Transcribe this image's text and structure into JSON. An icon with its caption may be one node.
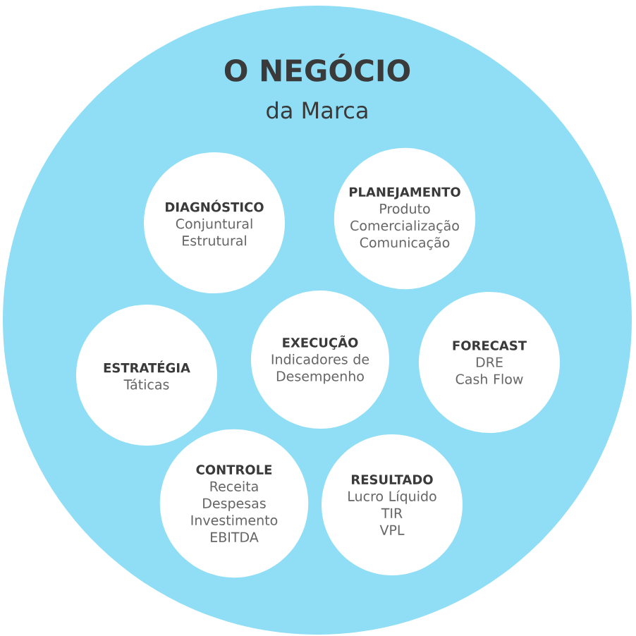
{
  "diagram": {
    "nodes": [
      {
        "text": [
          "O NEGÓCIO",
          "da Marca"
        ]
      },
      {
        "text": [
          "DIAGNÓSTICO",
          "Conjuntural",
          "Estrutural"
        ],
        "in": 0
      },
      {
        "text": [
          "PLANEJAMENTO",
          "Produto",
          "Comercialização",
          "Comunicação"
        ],
        "in": 0
      },
      {
        "text": [
          "ESTRATÉGIA",
          "Táticas"
        ],
        "in": 0
      },
      {
        "text": [
          "EXECUÇÃO",
          "Indicadores de Desempenho"
        ],
        "in": 0
      },
      {
        "text": [
          "FORECAST",
          "DRE",
          "Cash Flow"
        ],
        "in": 0
      },
      {
        "text": [
          "CONTROLE",
          "Receita",
          "Despesas",
          "Investimento",
          "EBITDA"
        ],
        "in": 0
      },
      {
        "text": [
          "RESULTADO",
          "Lucro Líquido",
          "TIR",
          "VPL"
        ],
        "in": 0
      }
    ]
  }
}
